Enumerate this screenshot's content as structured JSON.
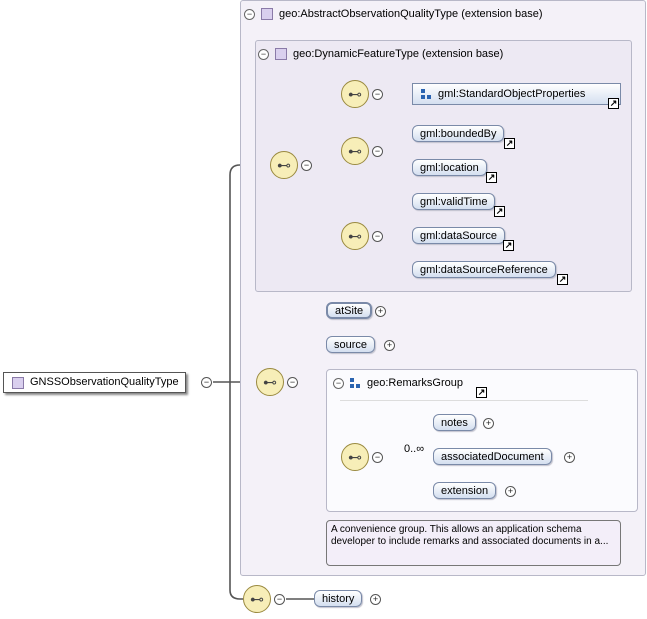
{
  "root": {
    "label": "GNSSObservationQualityType"
  },
  "extension_outer": {
    "title": "geo:AbstractObservationQualityType (extension base)"
  },
  "extension_inner": {
    "title": "geo:DynamicFeatureType (extension base)"
  },
  "standard_props": {
    "label": "gml:StandardObjectProperties"
  },
  "gml_elements": {
    "boundedBy": "gml:boundedBy",
    "location": "gml:location",
    "validTime": "gml:validTime",
    "dataSource": "gml:dataSource",
    "dataSourceReference": "gml:dataSourceReference"
  },
  "elements": {
    "atSite": "atSite",
    "source": "source",
    "history": "history"
  },
  "remarks_group": {
    "title": "geo:RemarksGroup",
    "occurrence": "0..∞",
    "notes": "notes",
    "associatedDocument": "associatedDocument",
    "extension": "extension",
    "annotation": "A convenience group. This allows an application schema developer to include remarks and associated documents in a..."
  },
  "symbols": {
    "collapse": "−",
    "expand": "+",
    "reference": "↗",
    "sequence_glyph": "⊷"
  }
}
